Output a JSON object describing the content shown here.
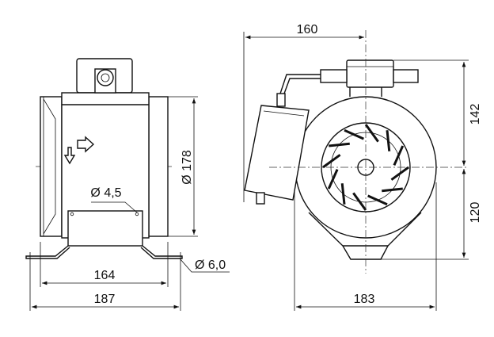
{
  "side_view": {
    "diameter_label": "Ø 178",
    "hole_label": "Ø 4,5",
    "foot_hole_label": "Ø 6,0",
    "width_inner_label": "164",
    "width_outer_label": "187"
  },
  "front_view": {
    "width_label": "160",
    "height_top_label": "142",
    "height_bottom_label": "120",
    "total_width_label": "183"
  }
}
